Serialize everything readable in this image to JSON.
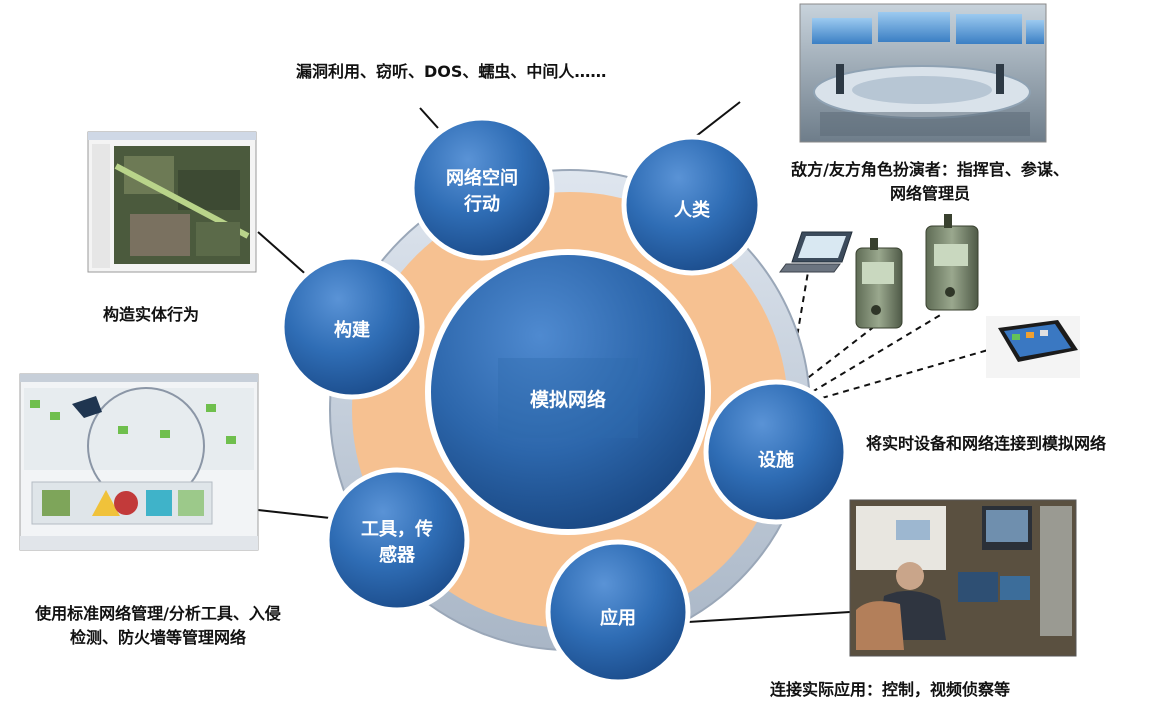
{
  "nodes": {
    "center": {
      "label": "模拟网络"
    },
    "cyber": {
      "line1": "网络空间",
      "line2": "行动"
    },
    "human": {
      "label": "人类"
    },
    "build": {
      "label": "构建"
    },
    "facility": {
      "label": "设施"
    },
    "tools": {
      "line1": "工具，传",
      "line2": "感器"
    },
    "app": {
      "label": "应用"
    }
  },
  "captions": {
    "attacks": "漏洞利用、窃听、DOS、蠕虫、中间人……",
    "roles_line1": "敌方/友方角色扮演者：指挥官、参谋、",
    "roles_line2": "网络管理员",
    "entity": "构造实体行为",
    "connect": "将实时设备和网络连接到模拟网络",
    "tools_line1": "使用标准网络管理/分析工具、入侵",
    "tools_line2": "检测、防火墙等管理网络",
    "apps": "连接实际应用：控制，视频侦察等"
  },
  "colors": {
    "node_blue": "#2f6db5",
    "ring_orange": "#f6c191",
    "ring_gray": "#b9c4d2"
  }
}
